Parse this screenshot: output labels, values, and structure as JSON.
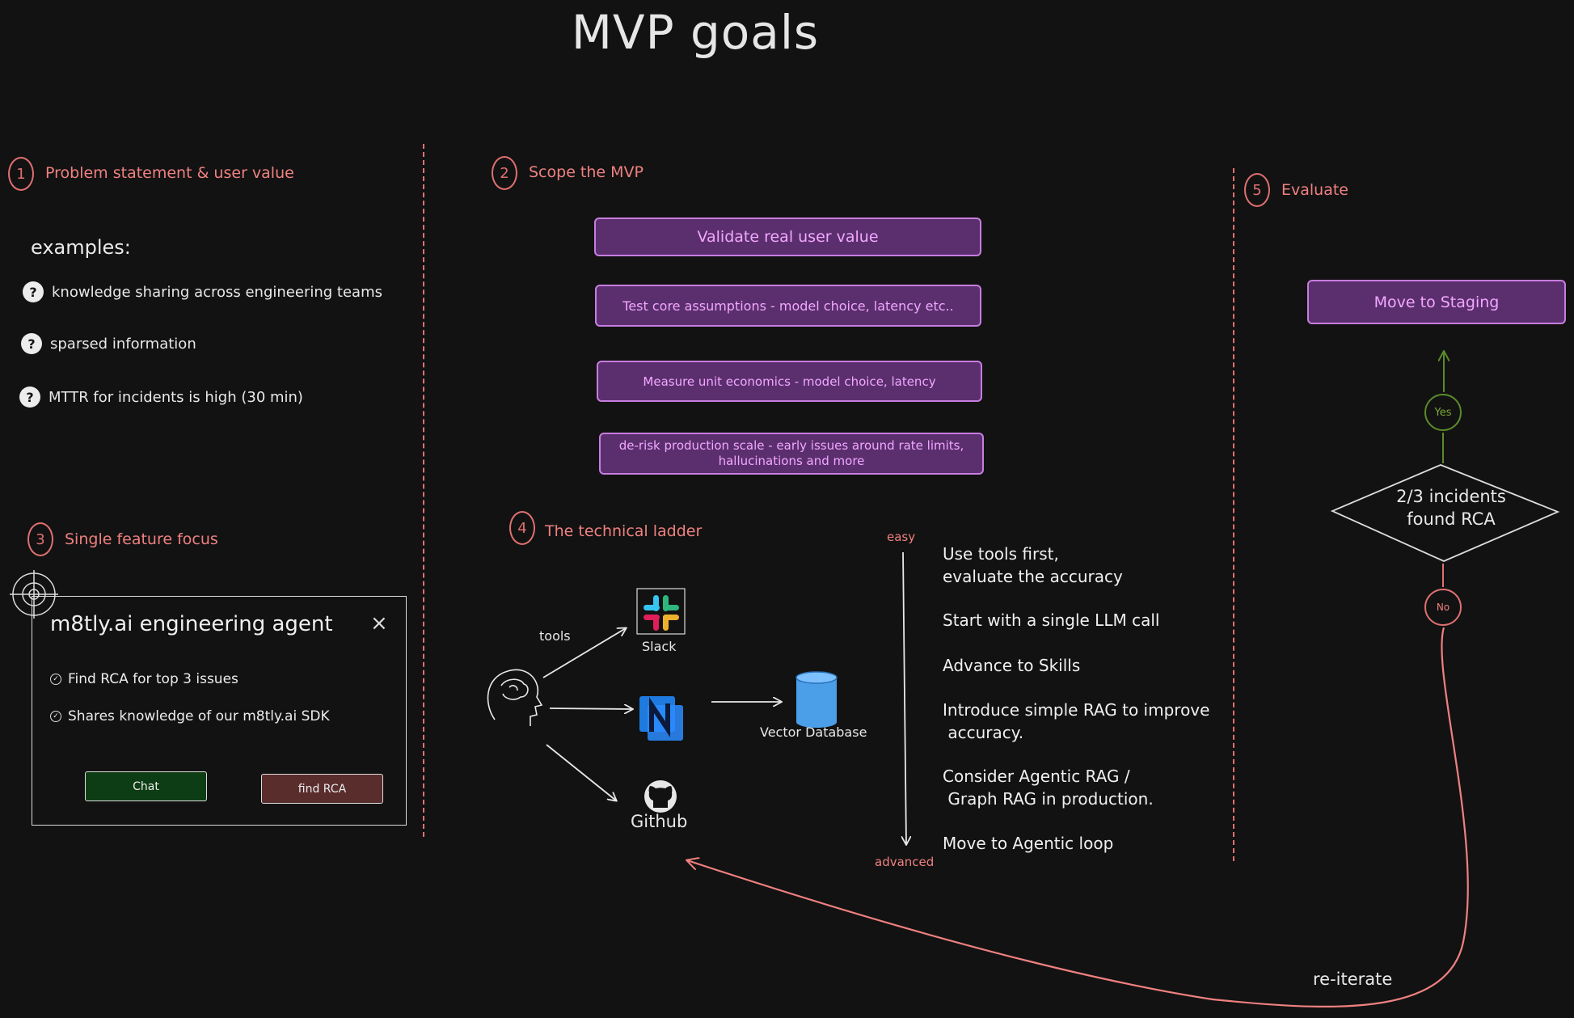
{
  "title": "MVP goals",
  "sections": {
    "problem": {
      "num": "1",
      "title": "Problem statement & user value"
    },
    "scope": {
      "num": "2",
      "title": "Scope the MVP"
    },
    "feature": {
      "num": "3",
      "title": "Single feature focus"
    },
    "ladder": {
      "num": "4",
      "title": "The technical ladder"
    },
    "evaluate": {
      "num": "5",
      "title": "Evaluate"
    }
  },
  "examples": {
    "label": "examples:",
    "badge": "?",
    "items": [
      "knowledge sharing across engineering teams",
      "sparsed information",
      "MTTR for incidents is high (30 min)"
    ]
  },
  "scope_items": [
    "Validate real user value",
    "Test core assumptions - model choice, latency etc..",
    "Measure unit economics - model choice, latency",
    "de-risk production scale - early issues around rate limits, hallucinations and more"
  ],
  "agent_card": {
    "title": "m8tly.ai engineering agent",
    "close": "×",
    "check": "✓",
    "items": [
      "Find RCA for top 3 issues",
      "Shares knowledge of our m8tly.ai SDK"
    ],
    "chat_button": "Chat",
    "rca_button": "find RCA"
  },
  "ladder": {
    "tools_label": "tools",
    "slack_label": "Slack",
    "github_label": "Github",
    "vector_label": "Vector Database",
    "easy": "easy",
    "advanced": "advanced",
    "steps": [
      "Use tools first,\nevaluate the accuracy",
      "Start with a single LLM call",
      "Advance to Skills",
      "Introduce simple RAG to improve\n accuracy.",
      "Consider Agentic RAG /\n Graph RAG in production.",
      "Move to Agentic loop"
    ]
  },
  "evaluate": {
    "staging": "Move to Staging",
    "yes": "Yes",
    "no": "No",
    "decision": "2/3 incidents\nfound RCA",
    "reiterate": "re-iterate"
  },
  "colors": {
    "background": "#121212",
    "accent_red": "#e07070",
    "purple_fill": "#5b2f6e",
    "purple_text": "#f2a7ff",
    "green": "#5a8a2a",
    "chat_button": "#0d3d14",
    "rca_button": "#5a2d2d"
  }
}
